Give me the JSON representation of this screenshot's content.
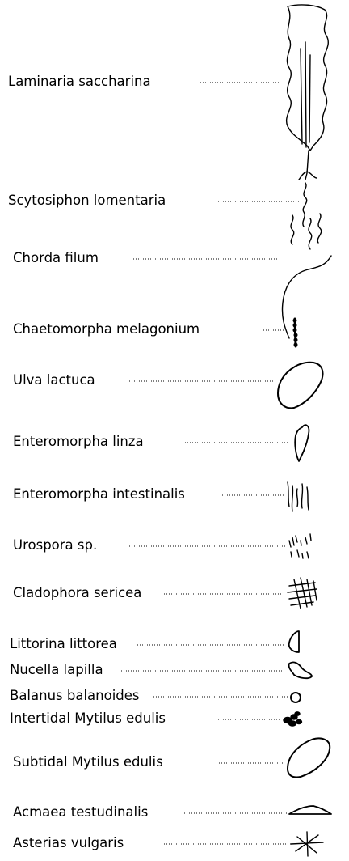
{
  "legend": {
    "items": [
      {
        "parts": [
          {
            "t": "Laminaria saccharina",
            "i": true
          }
        ],
        "icon": "laminaria-saccharina-icon"
      },
      {
        "parts": [
          {
            "t": "Scytosiphon lomentaria",
            "i": true
          }
        ],
        "icon": "scytosiphon-lomentaria-icon"
      },
      {
        "parts": [
          {
            "t": "Chorda filum",
            "i": true
          }
        ],
        "icon": "chorda-filum-icon"
      },
      {
        "parts": [
          {
            "t": "Chaetomorpha melagonium",
            "i": true
          }
        ],
        "icon": "chaetomorpha-melagonium-icon"
      },
      {
        "parts": [
          {
            "t": "Ulva lactuca",
            "i": true
          }
        ],
        "icon": "ulva-lactuca-icon"
      },
      {
        "parts": [
          {
            "t": "Enteromorpha linza",
            "i": true
          }
        ],
        "icon": "enteromorpha-linza-icon"
      },
      {
        "parts": [
          {
            "t": "Enteromorpha intestinalis",
            "i": true
          }
        ],
        "icon": "enteromorpha-intestinalis-icon"
      },
      {
        "parts": [
          {
            "t": "Urospora",
            "i": true
          },
          {
            "t": " sp.",
            "i": false
          }
        ],
        "icon": "urospora-icon"
      },
      {
        "parts": [
          {
            "t": "Cladophora sericea",
            "i": true
          }
        ],
        "icon": "cladophora-sericea-icon"
      },
      {
        "parts": [
          {
            "t": "Littorina littorea",
            "i": true
          }
        ],
        "icon": "littorina-littorea-icon"
      },
      {
        "parts": [
          {
            "t": "Nucella lapilla",
            "i": true
          }
        ],
        "icon": "nucella-lapilla-icon"
      },
      {
        "parts": [
          {
            "t": "Balanus balanoides",
            "i": true
          }
        ],
        "icon": "balanus-balanoides-icon"
      },
      {
        "parts": [
          {
            "t": "Intertidal ",
            "i": false
          },
          {
            "t": "Mytilus edulis",
            "i": true
          }
        ],
        "icon": "intertidal-mytilus-edulis-icon"
      },
      {
        "parts": [
          {
            "t": "Subtidal ",
            "i": false
          },
          {
            "t": "Mytilus edulis",
            "i": true
          }
        ],
        "icon": "subtidal-mytilus-edulis-icon"
      },
      {
        "parts": [
          {
            "t": "Acmaea testudinalis",
            "i": true
          }
        ],
        "icon": "acmaea-testudinalis-icon"
      },
      {
        "parts": [
          {
            "t": "Asterias vulgaris",
            "i": true
          }
        ],
        "icon": "asterias-vulgaris-icon"
      }
    ]
  }
}
